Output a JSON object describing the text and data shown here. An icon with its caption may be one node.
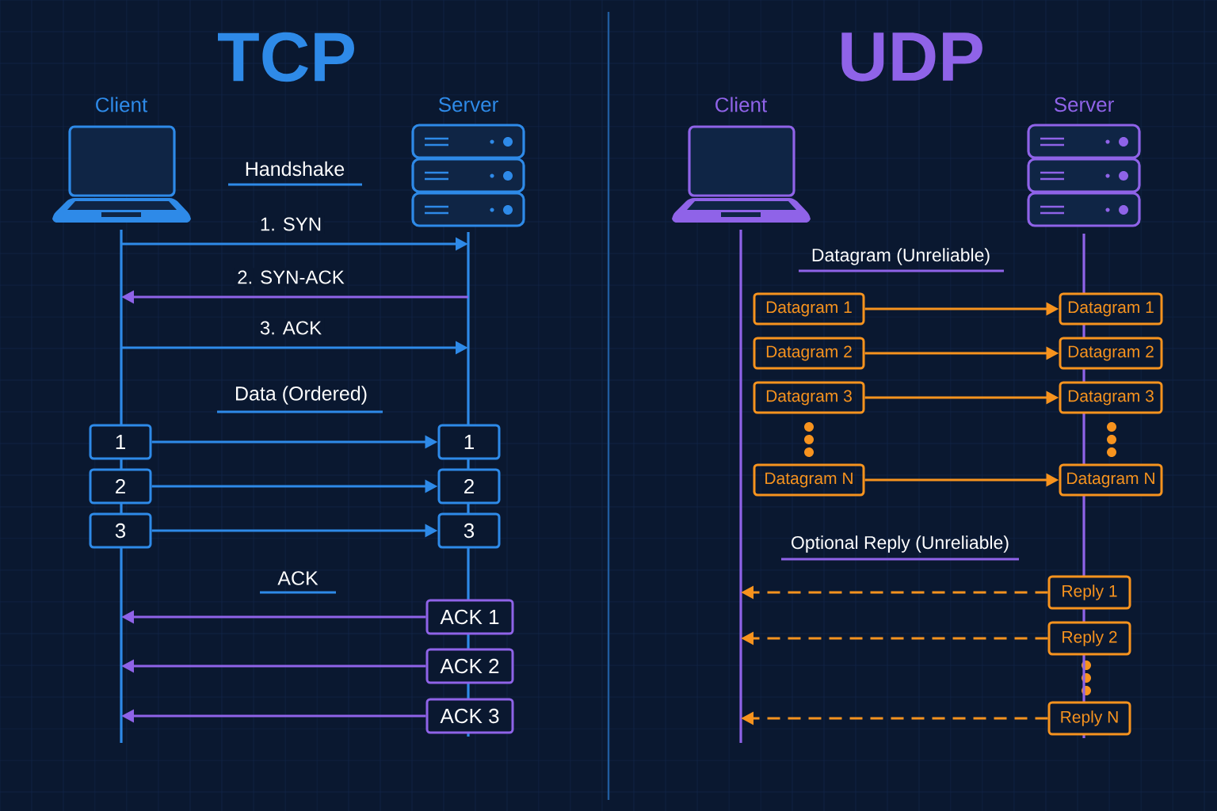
{
  "diagram": {
    "nodes": [
      {
        "text": [
          "Client"
        ]
      },
      {
        "text": [
          "Server"
        ]
      },
      {
        "text": [
          "1"
        ],
        "in": 0
      },
      {
        "text": [
          "1"
        ],
        "in": 1
      },
      {
        "text": [
          "2"
        ],
        "in": 0
      },
      {
        "text": [
          "2"
        ],
        "in": 1
      },
      {
        "text": [
          "3"
        ],
        "in": 0
      },
      {
        "text": [
          "3"
        ],
        "in": 1
      },
      {
        "text": [
          "ACK 1"
        ],
        "in": 1
      },
      {
        "text": [
          "ACK 2"
        ],
        "in": 1
      },
      {
        "text": [
          "ACK 3"
        ],
        "in": 1
      },
      {
        "text": [
          "Client"
        ]
      },
      {
        "text": [
          "Server"
        ]
      },
      {
        "text": [
          "Datagram 1"
        ]
      },
      {
        "text": [
          "Datagram 1"
        ],
        "in": 12
      },
      {
        "text": [
          "Datagram 2"
        ]
      },
      {
        "text": [
          "Datagram 2"
        ],
        "in": 12
      },
      {
        "text": [
          "Datagram 3"
        ]
      },
      {
        "text": [
          "Datagram 3"
        ],
        "in": 12
      },
      {
        "text": [
          "Datagram N"
        ]
      },
      {
        "text": [
          "Datagram N"
        ],
        "in": 12
      },
      {
        "text": [
          "Reply 1"
        ],
        "in": 12
      },
      {
        "text": [
          "Reply 2"
        ],
        "in": 12
      },
      {
        "text": [
          "Reply N"
        ],
        "in": 12
      }
    ],
    "edges": [
      {
        "from": 0,
        "to": 1,
        "arrow": "to",
        "label": "1. SYN",
        "color": "#2e8ae8"
      },
      {
        "from": 1,
        "to": 0,
        "arrow": "to",
        "label": "2. SYN-ACK",
        "color": "#8f63e8"
      },
      {
        "from": 0,
        "to": 1,
        "arrow": "to",
        "label": "3. ACK",
        "color": "#2e8ae8"
      },
      {
        "from": 2,
        "to": 3,
        "arrow": "to",
        "color": "#2e8ae8"
      },
      {
        "from": 4,
        "to": 5,
        "arrow": "to",
        "color": "#2e8ae8"
      },
      {
        "from": 6,
        "to": 7,
        "arrow": "to",
        "color": "#2e8ae8"
      },
      {
        "from": 8,
        "to": 0,
        "arrow": "to",
        "color": "#8f63e8"
      },
      {
        "from": 9,
        "to": 0,
        "arrow": "to",
        "color": "#8f63e8"
      },
      {
        "from": 10,
        "to": 0,
        "arrow": "to",
        "color": "#8f63e8"
      },
      {
        "from": 13,
        "to": 14,
        "arrow": "to"
      },
      {
        "from": 15,
        "to": 16,
        "arrow": "to"
      },
      {
        "from": 17,
        "to": 18,
        "arrow": "to"
      },
      {
        "from": 19,
        "to": 20,
        "arrow": "to"
      },
      {
        "from": 21,
        "to": 11,
        "arrow": "to",
        "style": "dashed"
      },
      {
        "from": 22,
        "to": 11,
        "arrow": "to",
        "style": "dashed"
      },
      {
        "from": 23,
        "to": 11,
        "arrow": "to",
        "style": "dashed"
      }
    ],
    "labels": [
      "TCP",
      "UDP",
      "Handshake",
      "Data (Ordered)",
      "ACK",
      "Datagram (Unreliable)",
      "Optional Reply (Unreliable)"
    ]
  }
}
